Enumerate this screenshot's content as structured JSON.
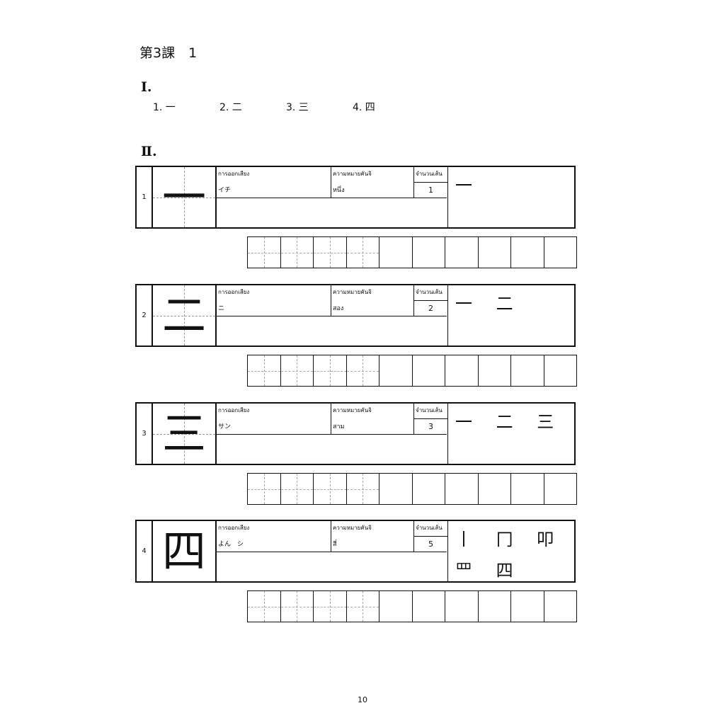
{
  "page": {
    "lesson_title": "第3課　1",
    "section_1": "Ⅰ.",
    "section_2": "Ⅱ.",
    "page_number": "10"
  },
  "kanji_list": [
    "1. 一",
    "2. 二",
    "3. 三",
    "4. 四"
  ],
  "labels": {
    "reading": "การออกเสียง",
    "meaning": "ความหมายคันจิ",
    "stroke_count": "จำนวนเส้น"
  },
  "entries": [
    {
      "number": "1",
      "kanji": "一",
      "reading": "イチ",
      "meaning": "หนึ่ง",
      "strokes": "1",
      "stroke_sequence": "一"
    },
    {
      "number": "2",
      "kanji": "二",
      "reading": "ニ",
      "meaning": "สอง",
      "strokes": "2",
      "stroke_sequence": "一 二"
    },
    {
      "number": "3",
      "kanji": "三",
      "reading": "サン",
      "meaning": "สาม",
      "strokes": "3",
      "stroke_sequence": "一 二 三"
    },
    {
      "number": "4",
      "kanji": "四",
      "reading": "よん　シ",
      "meaning": "สี่",
      "strokes": "5",
      "stroke_sequence": "丨 冂 叩 罒 四"
    }
  ]
}
